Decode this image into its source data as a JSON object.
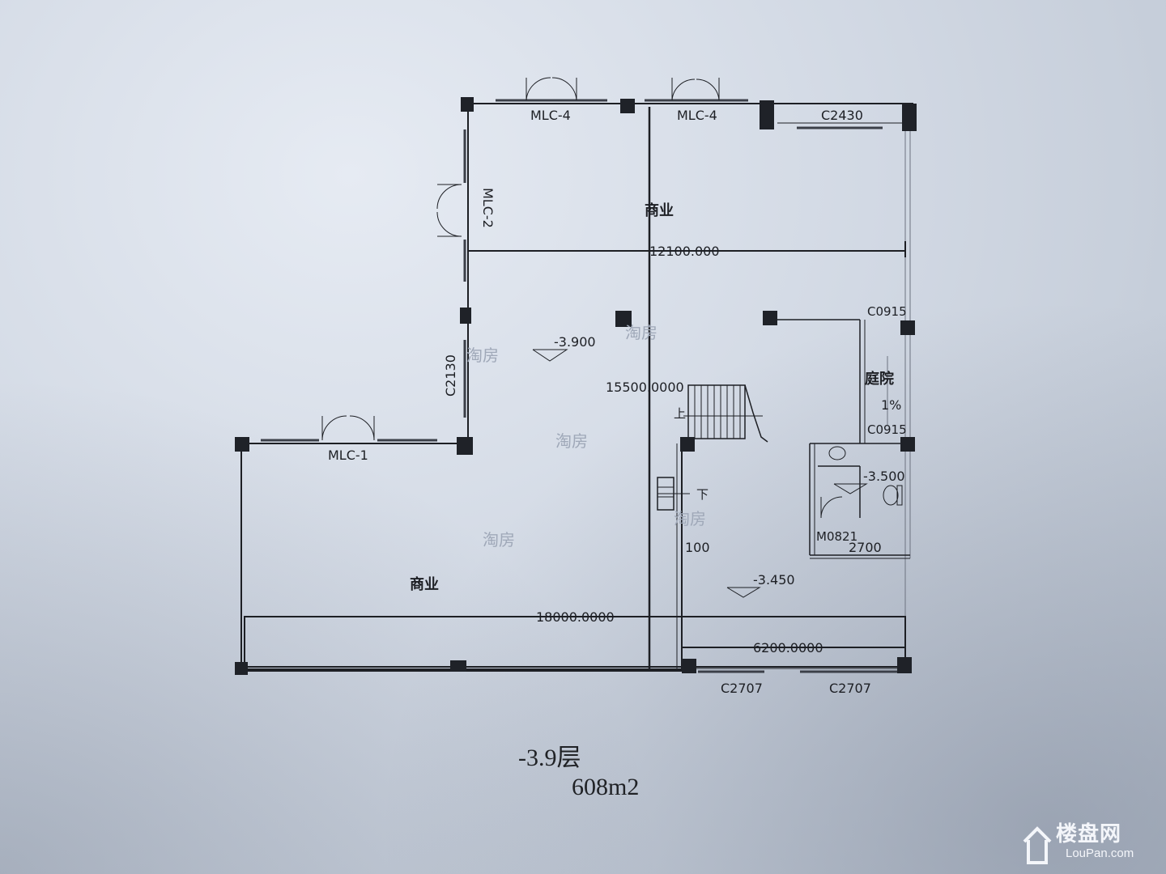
{
  "labels": {
    "window_mlc4_a": "MLC-4",
    "window_mlc4_b": "MLC-4",
    "window_c2430": "C2430",
    "window_mlc2": "MLC-2",
    "window_c2130": "C2130",
    "window_mlc1": "MLC-1",
    "window_c0915_top": "C0915",
    "window_c0915_bottom": "C0915",
    "window_c2707_a": "C2707",
    "window_c2707_b": "C2707",
    "door_m0821": "M0821",
    "room_commercial_top": "商业",
    "room_commercial_bottom": "商业",
    "courtyard": "庭院",
    "slope": "1%",
    "stair_up": "上",
    "stair_down": "下",
    "elev_main": "-3.900",
    "elev_toilet": "-3.500",
    "elev_lower": "-3.450",
    "dim_12100": "12100.000",
    "dim_15500": "15500.0000",
    "dim_18000": "18000.0000",
    "dim_6200": "6200.0000",
    "dim_2700": "2700",
    "dim_100": "100"
  },
  "caption": {
    "floor": "-3.9层",
    "area": "608m2"
  },
  "watermark": {
    "text": "淘房"
  },
  "logo": {
    "name": "楼盘网",
    "url": "LouPan.com"
  }
}
